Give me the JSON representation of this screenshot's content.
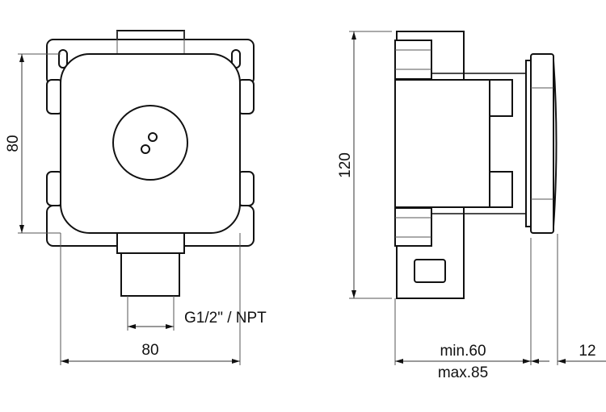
{
  "front_view": {
    "height_dim": "80",
    "width_dim": "80",
    "thread_label": "G1/2\" / NPT"
  },
  "side_view": {
    "height_dim": "120",
    "depth_min": "min.60",
    "depth_max": "max.85",
    "cover_dim": "12"
  }
}
